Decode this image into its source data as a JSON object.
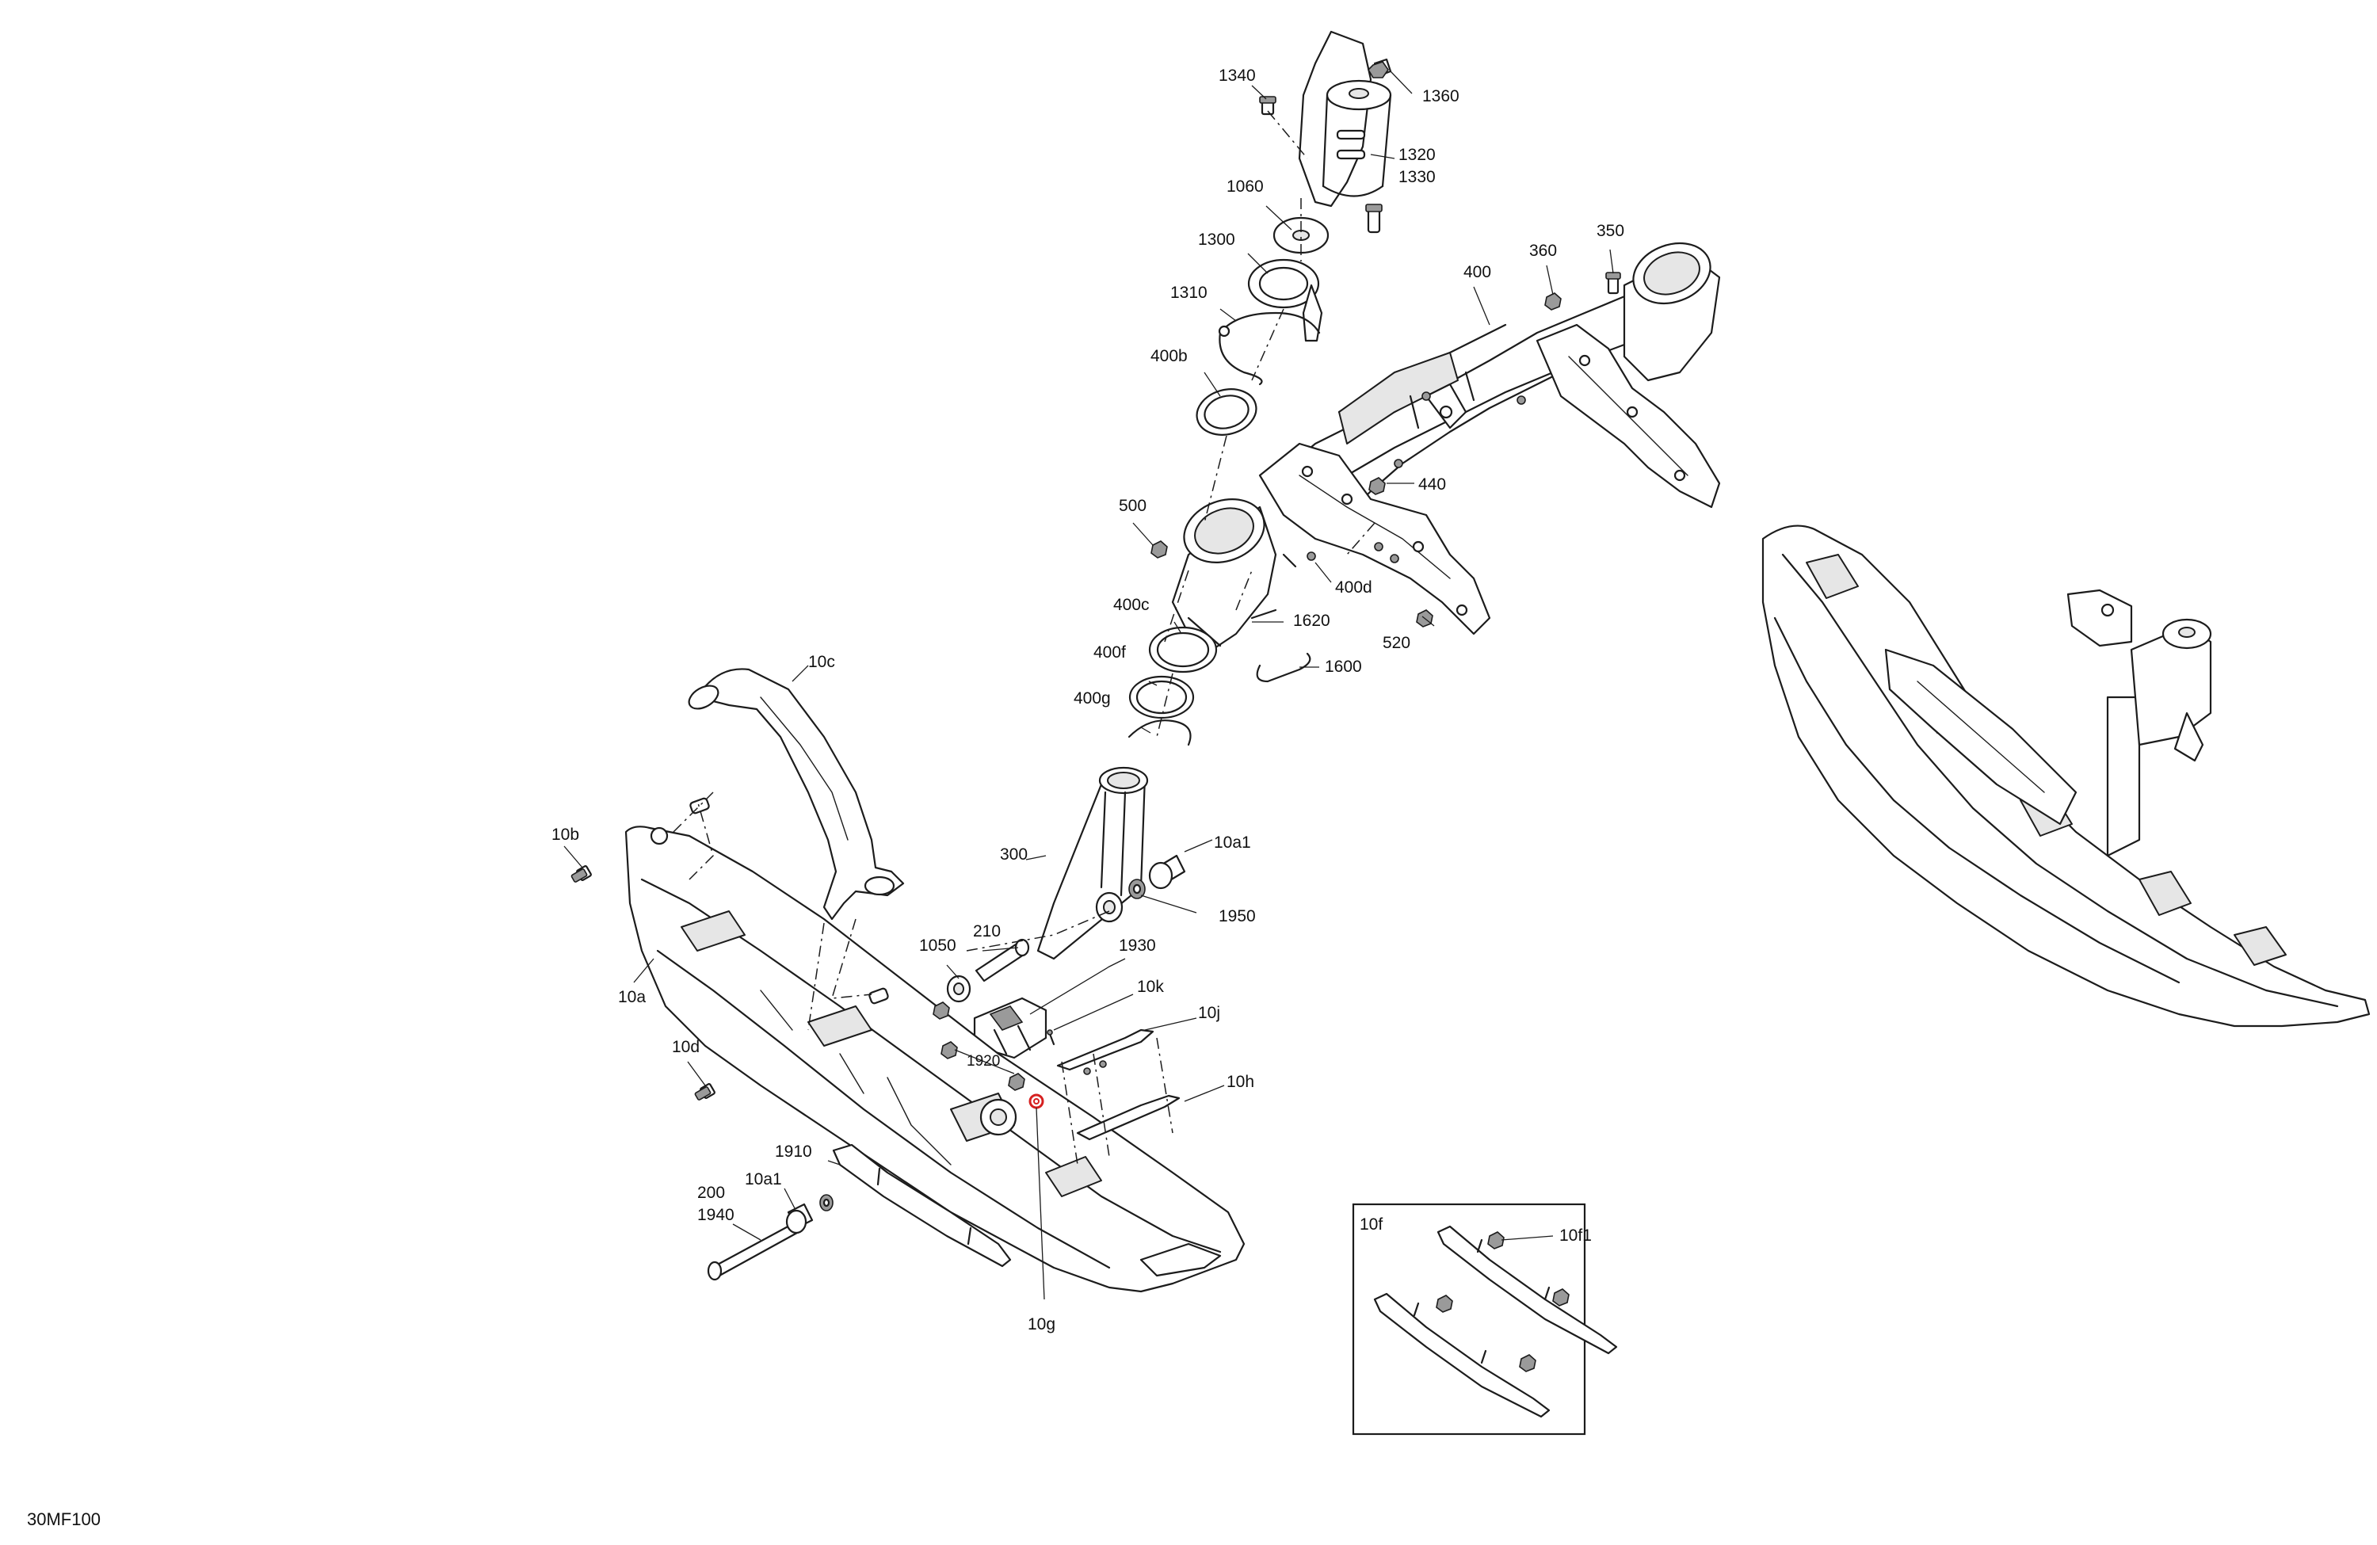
{
  "diagram": {
    "drawing_number": "30MF100",
    "callouts": {
      "c1340": "1340",
      "c1360": "1360",
      "c1320": "1320",
      "c1330": "1330",
      "c1060": "1060",
      "c1300": "1300",
      "c1310": "1310",
      "c400b": "400b",
      "c400": "400",
      "c360": "360",
      "c350": "350",
      "c440": "440",
      "c500": "500",
      "c400d": "400d",
      "c1620": "1620",
      "c520": "520",
      "c400c": "400c",
      "c1600": "1600",
      "c400f": "400f",
      "c400g": "400g",
      "c10c": "10c",
      "c10b": "10b",
      "c300": "300",
      "c10a1_top": "10a1",
      "c1950": "1950",
      "c210": "210",
      "c1050": "1050",
      "c1930": "1930",
      "c10a": "10a",
      "c10k": "10k",
      "c10j": "10j",
      "c1920": "1920",
      "c10d": "10d",
      "c10h": "10h",
      "c1910": "1910",
      "c10a1_bottom": "10a1",
      "c200": "200",
      "c1940": "1940",
      "c10g": "10g",
      "c10f": "10f",
      "c10f1": "10f1"
    },
    "highlight_color": "#d62020",
    "line_color": "#1c1c1c"
  }
}
